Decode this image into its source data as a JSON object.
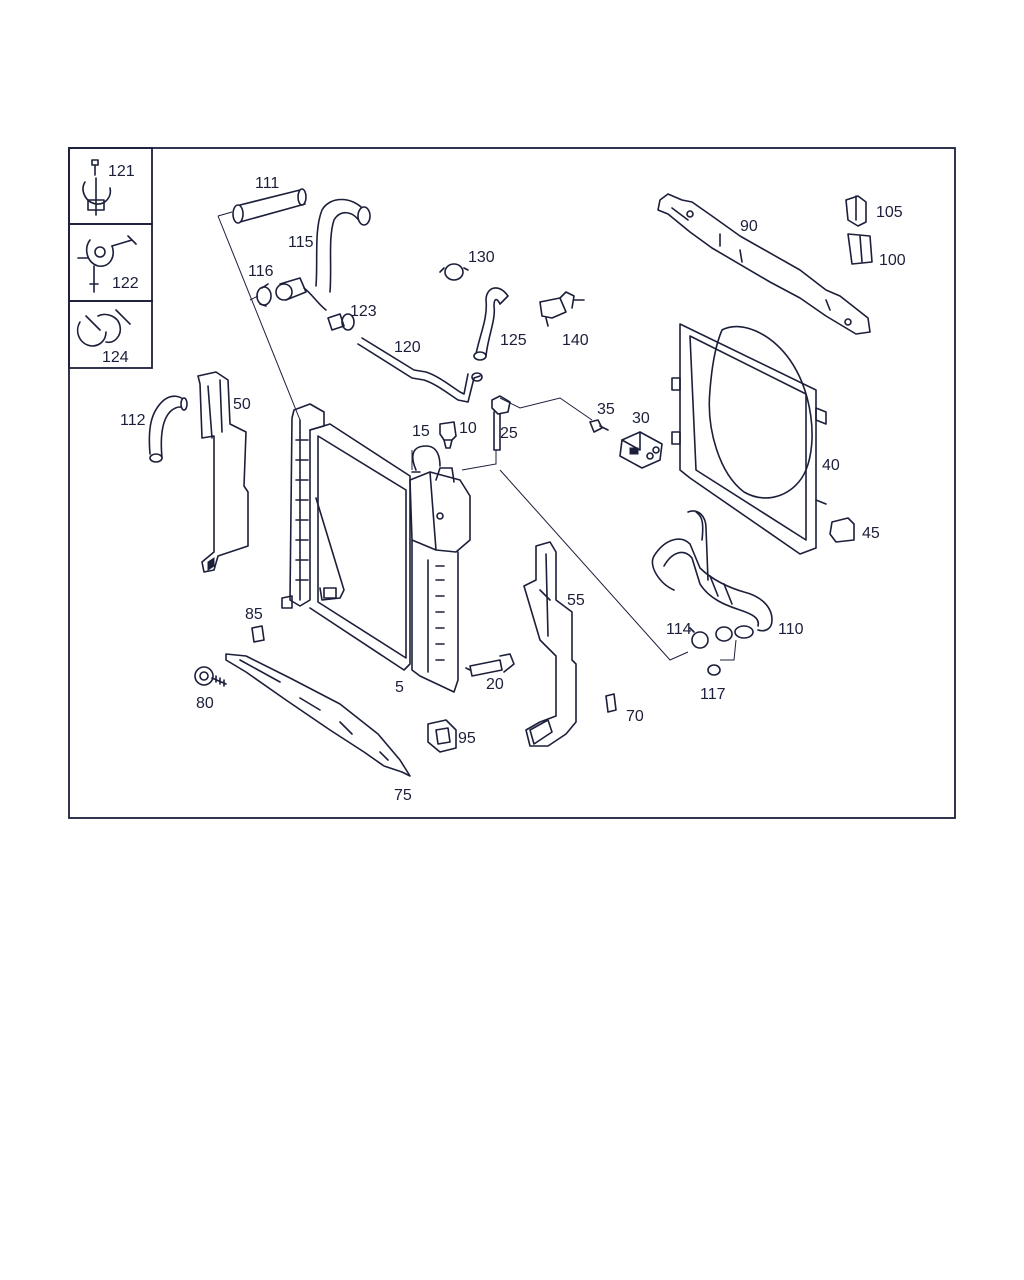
{
  "callouts": {
    "c5": "5",
    "c10": "10",
    "c15": "15",
    "c20": "20",
    "c25": "25",
    "c30": "30",
    "c35": "35",
    "c40": "40",
    "c45": "45",
    "c50": "50",
    "c55": "55",
    "c70": "70",
    "c75": "75",
    "c80": "80",
    "c85": "85",
    "c90": "90",
    "c95": "95",
    "c100": "100",
    "c105": "105",
    "c110": "110",
    "c111": "111",
    "c112": "112",
    "c114": "114",
    "c115": "115",
    "c116": "116",
    "c117": "117",
    "c120": "120",
    "c121": "121",
    "c122": "122",
    "c123": "123",
    "c124": "124",
    "c125": "125",
    "c130": "130",
    "c140": "140"
  },
  "colors": {
    "ink": "#1b1f3a",
    "background": "#ffffff"
  }
}
